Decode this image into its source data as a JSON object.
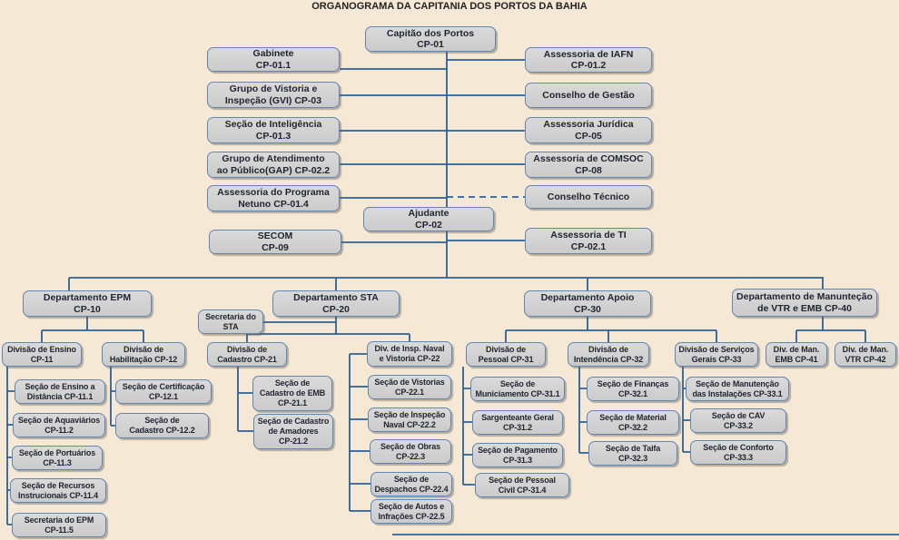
{
  "title": "ORGANOGRAMA DA CAPITANIA DOS PORTOS DA BAHIA",
  "colors": {
    "background": "#f5e9d6",
    "connector": "#2d6096",
    "box_border": "#6286b4",
    "box_fill": "#d2d2d2",
    "text": "#1f2430"
  },
  "nodes": {
    "cp01": {
      "label": "Capitão dos Portos\nCP-01"
    },
    "cp011": {
      "label": "Gabinete\nCP-01.1"
    },
    "cp03": {
      "label": "Grupo de Vistoria e\nInspeção (GVI) CP-03"
    },
    "cp013": {
      "label": "Seção de Inteligência\nCP-01.3"
    },
    "cp022": {
      "label": "Grupo de Atendimento\nao Público(GAP) CP-02.2"
    },
    "cp014": {
      "label": "Assessoria do Programa\nNetuno CP-01.4"
    },
    "cp09": {
      "label": "SECOM\nCP-09"
    },
    "cp012": {
      "label": "Assessoria de IAFN\nCP-01.2"
    },
    "gestao": {
      "label": "Conselho de Gestão"
    },
    "cp05": {
      "label": "Assessoria Jurídica\nCP-05"
    },
    "cp08": {
      "label": "Assessoria de COMSOC\nCP-08"
    },
    "tecnico": {
      "label": "Conselho Técnico"
    },
    "cp02": {
      "label": "Ajudante\nCP-02"
    },
    "cp021": {
      "label": "Assessoria de TI\nCP-02.1"
    },
    "cp10": {
      "label": "Departamento EPM\nCP-10"
    },
    "cp20": {
      "label": "Departamento STA\nCP-20"
    },
    "secsta": {
      "label": "Secretaria do\nSTA"
    },
    "cp30": {
      "label": "Departamento Apoio\nCP-30"
    },
    "cp40": {
      "label": "Departamento de Manunteção\nde VTR e EMB  CP-40"
    },
    "cp11": {
      "label": "Divisão de Ensino\nCP-11"
    },
    "cp12": {
      "label": "Divisão de\nHabilitação CP-12"
    },
    "cp21": {
      "label": "Divisão de\nCadastro CP-21"
    },
    "cp22": {
      "label": "Div. de Insp. Naval\ne Vistoria CP-22"
    },
    "cp31": {
      "label": "Divisão de\nPessoal CP-31"
    },
    "cp32": {
      "label": "Divisão de\nIntendência CP-32"
    },
    "cp33": {
      "label": "Divisão de Serviços\nGerais CP-33"
    },
    "cp41": {
      "label": "Div. de Man.\nEMB CP-41"
    },
    "cp42": {
      "label": "Div. de Man.\nVTR CP-42"
    },
    "cp111": {
      "label": "Seção de Ensino a\nDistância CP-11.1"
    },
    "cp112": {
      "label": "Seção de Aquaviários\nCP-11.2"
    },
    "cp113": {
      "label": "Seção de Portuários\nCP-11.3"
    },
    "cp114": {
      "label": "Seção de Recursos\nInstrucionais CP-11.4"
    },
    "cp115": {
      "label": "Secretaria do EPM\nCP-11.5"
    },
    "cp121": {
      "label": "Seção de Certificação\nCP-12.1"
    },
    "cp122": {
      "label": "Seção de\nCadastro CP-12.2"
    },
    "cp211": {
      "label": "Seção de\nCadastro de EMB\nCP-21.1"
    },
    "cp212": {
      "label": "Seção de Cadastro\nde Amadores\nCP-21.2"
    },
    "cp221": {
      "label": "Seção de Vistorias\nCP-22.1"
    },
    "cp222": {
      "label": "Seção de Inspeção\nNaval CP-22.2"
    },
    "cp223": {
      "label": "Seção de Obras\nCP-22.3"
    },
    "cp224": {
      "label": "Seção de\nDespachos CP-22.4"
    },
    "cp225": {
      "label": "Seção de Autos e\nInfrações CP-22.5"
    },
    "cp311": {
      "label": "Seção de\nMuniciamento CP-31.1"
    },
    "cp312": {
      "label": "Sargenteante Geral\nCP-31.2"
    },
    "cp313": {
      "label": "Seção de Pagamento\nCP-31.3"
    },
    "cp314": {
      "label": "Seção de Pessoal\nCivil CP-31.4"
    },
    "cp321": {
      "label": "Seção de Finanças\nCP-32.1"
    },
    "cp322": {
      "label": "Seção de Material\nCP-32.2"
    },
    "cp323": {
      "label": "Seção de Taifa\nCP-32.3"
    },
    "cp331": {
      "label": "Seção de Manutenção\ndas Instalações CP-33.1"
    },
    "cp332": {
      "label": "Seção de CAV\nCP-33.2"
    },
    "cp333": {
      "label": "Seção de Conforto\nCP-33.3"
    }
  }
}
